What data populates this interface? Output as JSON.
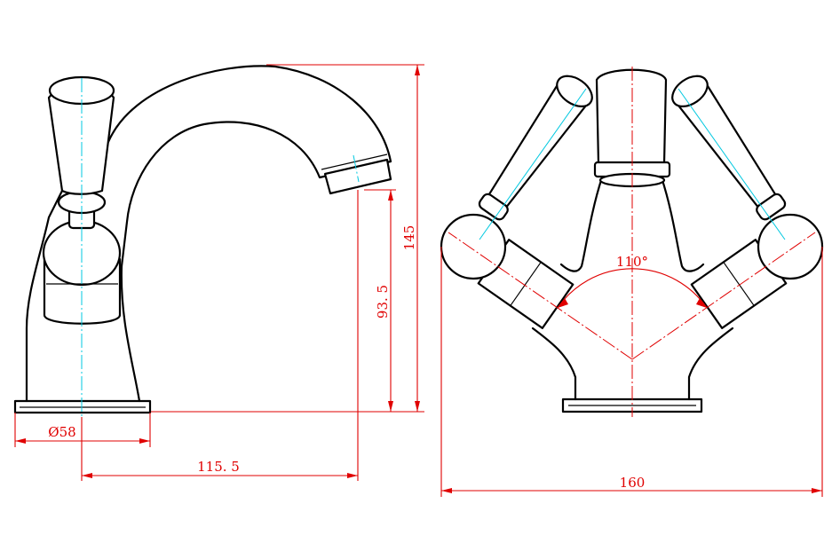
{
  "dimensions": {
    "base_diameter": "Ø58",
    "spout_reach": "115. 5",
    "spout_height": "93. 5",
    "total_height": "145",
    "handle_angle": "110°",
    "total_width": "160"
  },
  "colors": {
    "outline": "#000000",
    "dimension": "#e00000",
    "centerline": "#00c8e0",
    "background": "#ffffff"
  }
}
